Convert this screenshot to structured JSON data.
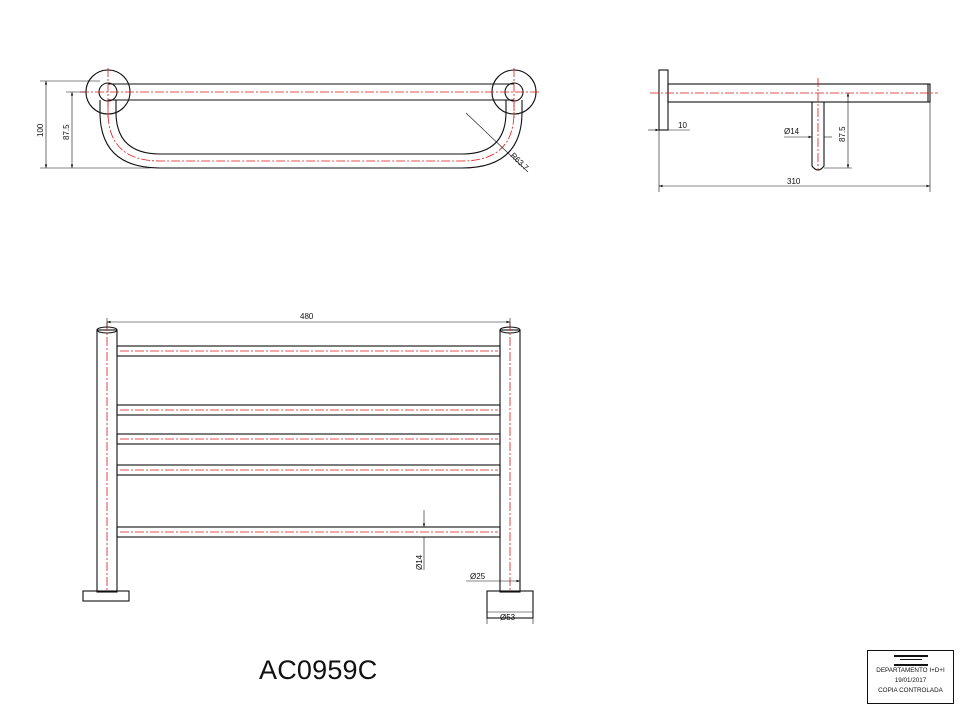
{
  "drawing": {
    "code": "AC0959C",
    "stamp": {
      "department": "DEPARTAMENTO I+D+I",
      "date": "19/01/2017",
      "status": "COPIA CONTROLADA"
    }
  },
  "views": {
    "front": {
      "dimensions": {
        "height_total": "100",
        "height_axis": "87.5",
        "radius": "R63.7"
      }
    },
    "side": {
      "dimensions": {
        "flange": "10",
        "bar_diameter": "Ø14",
        "drop": "87.5",
        "depth": "310"
      }
    },
    "top": {
      "dimensions": {
        "width": "480",
        "bar_diameter": "Ø14",
        "post_diameter": "Ø25",
        "base_diameter": "Ø53"
      }
    }
  },
  "colors": {
    "line": "#111111",
    "centerline": "#e01818",
    "background": "#ffffff"
  }
}
